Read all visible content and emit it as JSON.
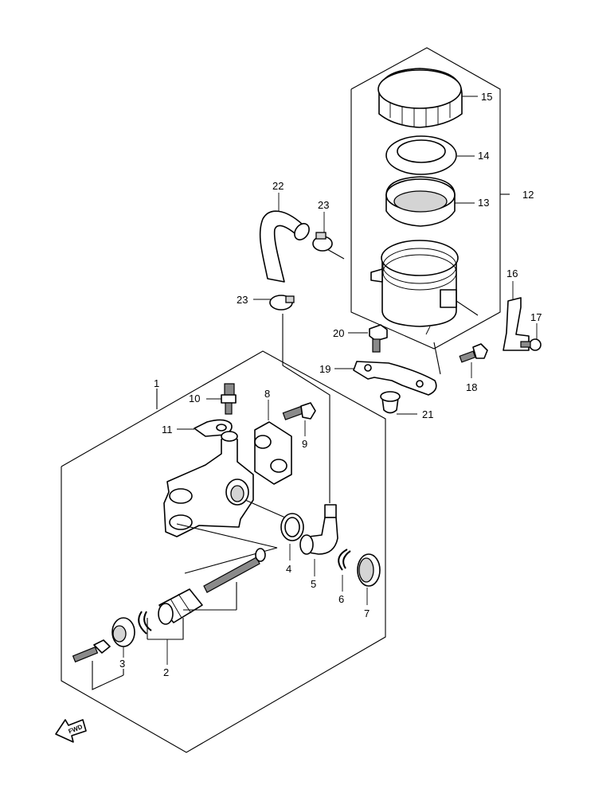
{
  "callouts": [
    "1",
    "2",
    "3",
    "4",
    "5",
    "6",
    "7",
    "8",
    "9",
    "10",
    "11",
    "12",
    "13",
    "14",
    "15",
    "16",
    "17",
    "18",
    "19",
    "20",
    "21",
    "22",
    "23",
    "23"
  ],
  "fwd_badge": "FWD",
  "colors": {
    "line": "#000000",
    "background": "#ffffff",
    "shade": "#d4d4d4"
  }
}
